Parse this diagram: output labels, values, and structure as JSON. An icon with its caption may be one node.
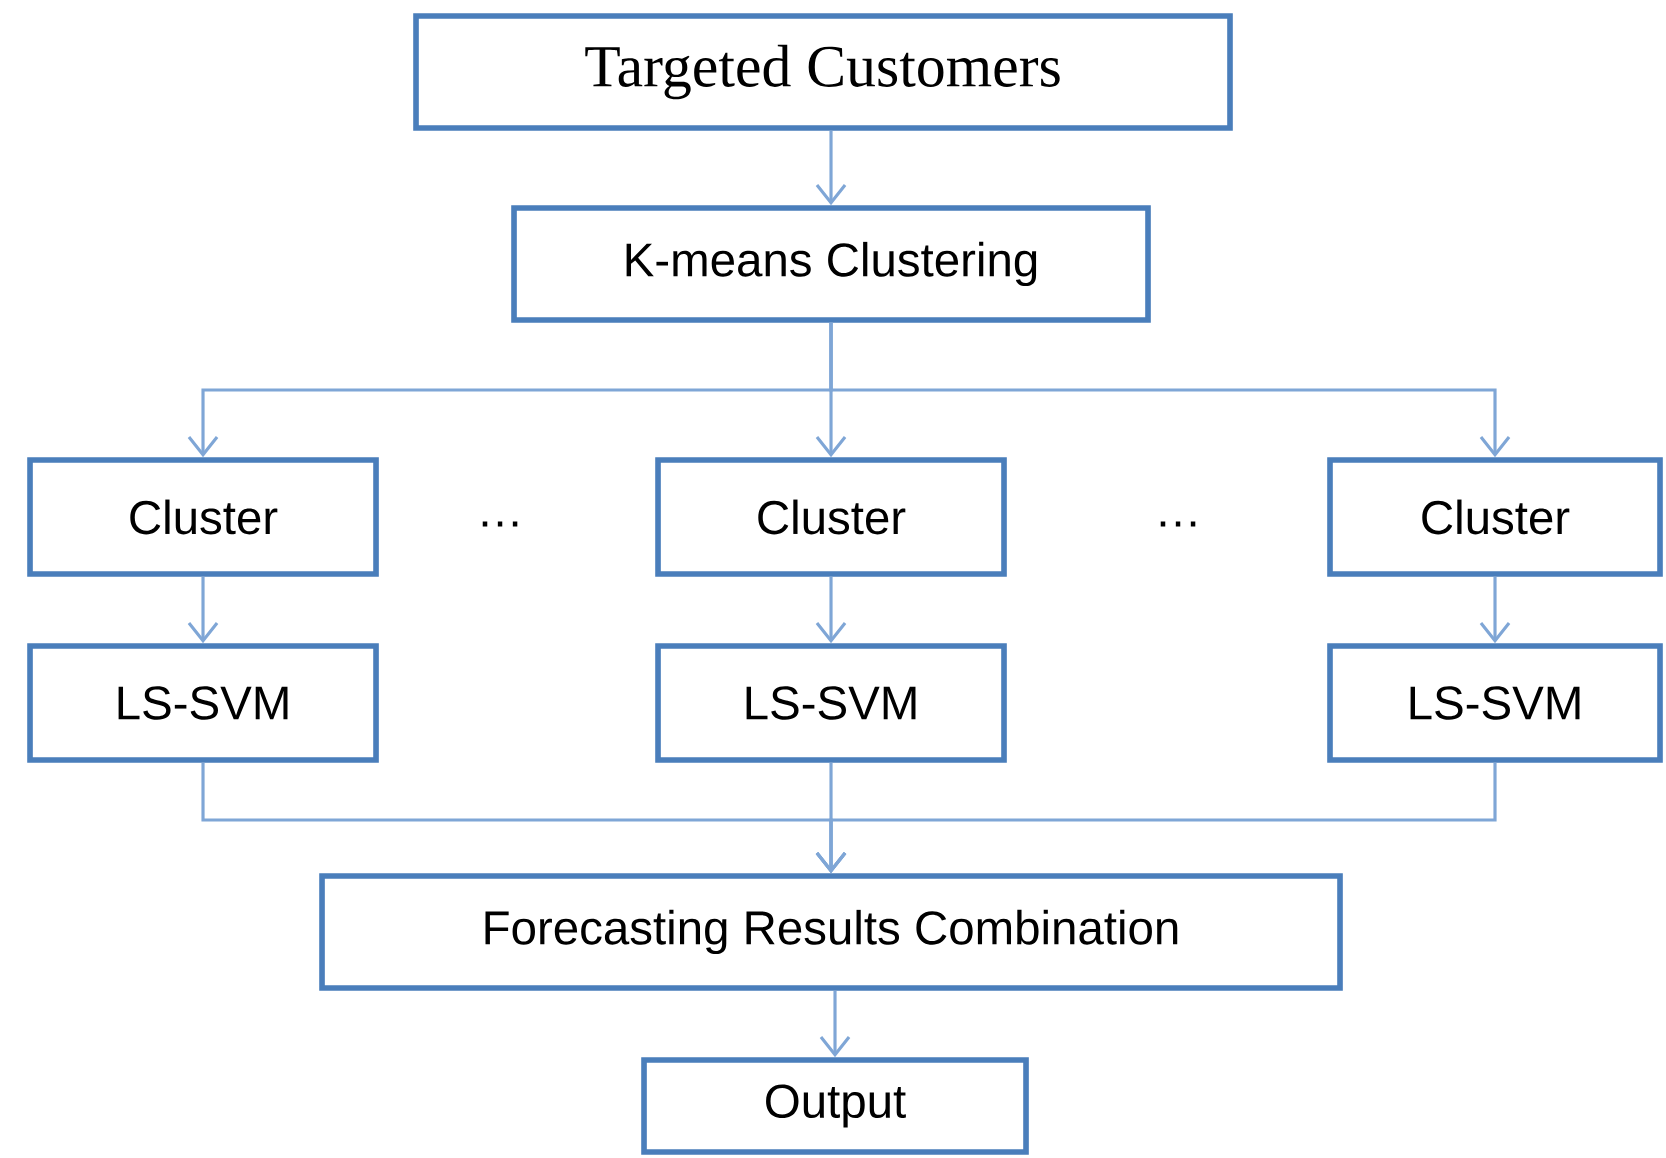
{
  "diagram": {
    "nodes": [
      {
        "text": [
          "Targeted Customers"
        ]
      },
      {
        "text": [
          "K-means Clustering"
        ]
      },
      {
        "text": [
          "Cluster"
        ]
      },
      {
        "text": [
          "Cluster"
        ]
      },
      {
        "text": [
          "Cluster"
        ]
      },
      {
        "text": [
          "LS-SVM"
        ]
      },
      {
        "text": [
          "LS-SVM"
        ]
      },
      {
        "text": [
          "LS-SVM"
        ]
      },
      {
        "text": [
          "Forecasting Results Combination"
        ]
      },
      {
        "text": [
          "Output"
        ]
      }
    ],
    "edges": [
      {
        "from": 0,
        "to": 1,
        "arrow": "to"
      },
      {
        "from": 1,
        "to": 2,
        "arrow": "to"
      },
      {
        "from": 1,
        "to": 3,
        "arrow": "to"
      },
      {
        "from": 1,
        "to": 4,
        "arrow": "to"
      },
      {
        "from": 2,
        "to": 5,
        "arrow": "to"
      },
      {
        "from": 3,
        "to": 6,
        "arrow": "to"
      },
      {
        "from": 4,
        "to": 7,
        "arrow": "to"
      },
      {
        "from": 5,
        "to": 8,
        "arrow": "to"
      },
      {
        "from": 6,
        "to": 8,
        "arrow": "to"
      },
      {
        "from": 7,
        "to": 8,
        "arrow": "to"
      },
      {
        "from": 8,
        "to": 9,
        "arrow": "to"
      }
    ],
    "labels": [
      "…",
      "…"
    ]
  }
}
